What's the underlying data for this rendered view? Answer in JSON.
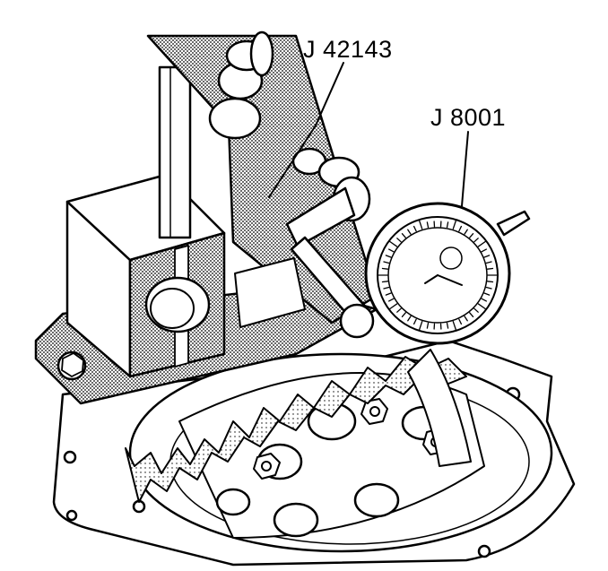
{
  "illustration": {
    "subject": "dial-indicator-on-gear-teeth",
    "ink_color": "#000000",
    "paper_color": "#ffffff",
    "screen_color": "#b8b8b8"
  },
  "callouts": {
    "tool": "J 42143",
    "gauge": "J 8001"
  }
}
